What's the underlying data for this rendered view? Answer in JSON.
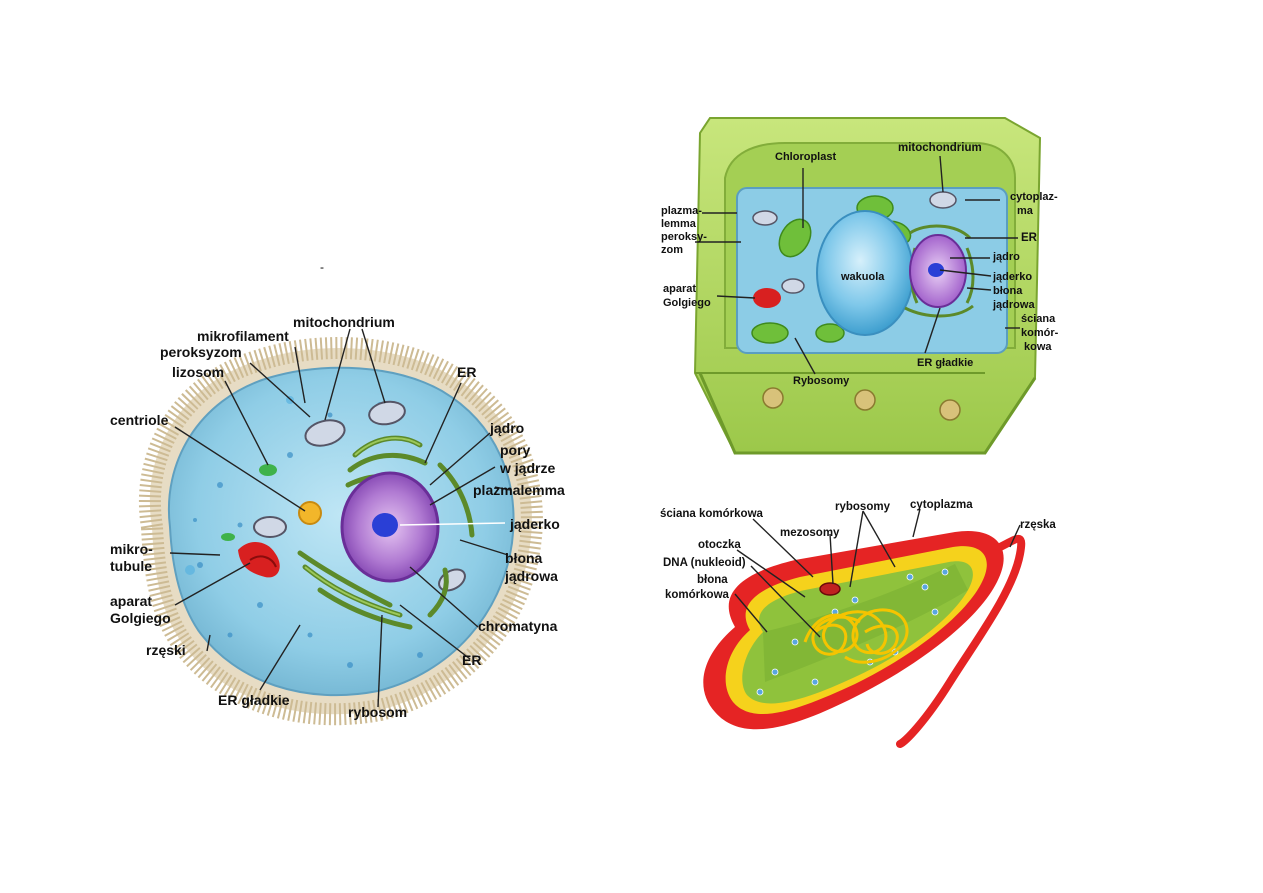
{
  "page": {
    "dash": "-"
  },
  "animal_cell": {
    "labels": {
      "mitochondrium": "mitochondrium",
      "mikrofilament": "mikrofilament",
      "peroksyzom": "peroksyzom",
      "lizosom": "lizosom",
      "centriole": "centriole",
      "mikrotubule_1": "mikro-",
      "mikrotubule_2": "tubule",
      "aparat_1": "aparat",
      "aparat_2": "Golgiego",
      "rzeski": "rzęski",
      "er_gladkie": "ER gładkie",
      "rybosom": "rybosom",
      "er_top": "ER",
      "jadro": "jądro",
      "pory_1": "pory",
      "pory_2": "w jądrze",
      "plazmalemma": "plazmalemma",
      "jaderko": "jąderko",
      "blona_1": "błona",
      "blona_2": "jądrowa",
      "chromatyna": "chromatyna",
      "er_bottom": "ER"
    }
  },
  "plant_cell": {
    "labels": {
      "chloroplast": "Chloroplast",
      "mitochondrium": "mitochondrium",
      "cytoplazma_1": "cytoplaz-",
      "cytoplazma_2": "ma",
      "plazmalemma_1": "plazma-",
      "plazmalemma_2": "lemma",
      "peroksyzom_1": "peroksy-",
      "peroksyzom_2": "zom",
      "er": "ER",
      "jadro": "jądro",
      "wakuola": "wakuola",
      "jaderko": "jąderko",
      "aparat_1": "aparat",
      "aparat_2": "Golgiego",
      "blona_1": "błona",
      "blona_2": "jądrowa",
      "sciana_1": "ściana",
      "sciana_2": "komór-",
      "sciana_3": "kowa",
      "er_gladkie": "ER gładkie",
      "rybosomy": "Rybosomy"
    }
  },
  "bacteria": {
    "labels": {
      "sciana": "ściana komórkowa",
      "rybosomy": "rybosomy",
      "cytoplazma": "cytoplazma",
      "rzeska": "rzęska",
      "mezosomy": "mezosomy",
      "otoczka": "otoczka",
      "dna": "DNA (nukleoid)",
      "blona_1": "błona",
      "blona_2": "komórkowa"
    }
  },
  "colors": {
    "animal_cytoplasm": "#8fcde6",
    "animal_fringe": "#d8c8a8",
    "nucleus": "#a665c9",
    "nucleolus": "#2a3fd6",
    "er_green": "#7ca84a",
    "golgi_red": "#d82020",
    "plant_wall": "#b5d96a",
    "plant_wall_dark": "#8cb83e",
    "vacuole": "#7fc8ea",
    "bact_capsule": "#e52424",
    "bact_wall": "#f5d21c",
    "bact_cytoplasm": "#8fc23c",
    "dna_yellow": "#f5c400"
  }
}
